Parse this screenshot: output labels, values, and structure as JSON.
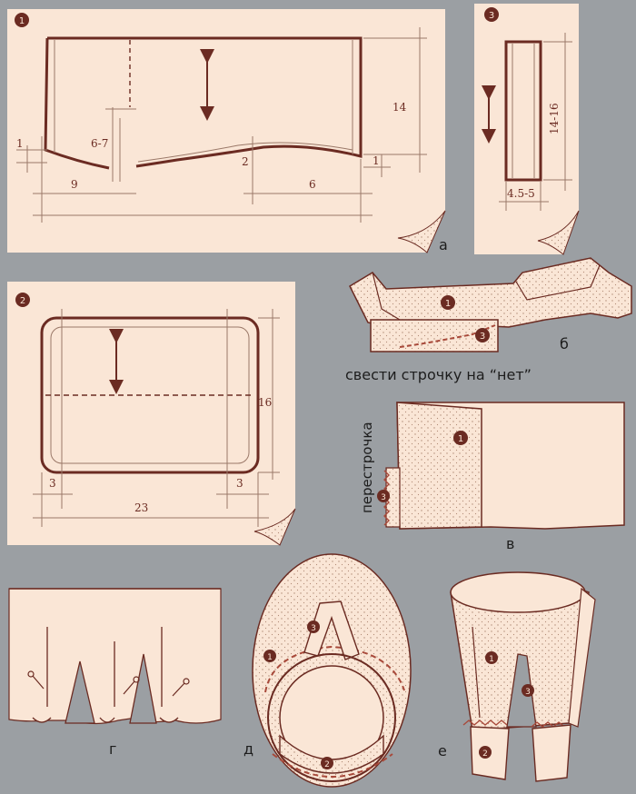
{
  "colors": {
    "background": "#9b9fa3",
    "paper": "#fae6d6",
    "ink": "#6b2b22",
    "line": "#9a7868",
    "dash": "#a8493a",
    "stipple": "#d6b9a4"
  },
  "badges": {
    "one": "1",
    "two": "2",
    "three": "3"
  },
  "pattern1": {
    "dims": {
      "w14": "14",
      "d1_left": "1",
      "d1_right": "1",
      "d6_7": "6-7",
      "d2": "2",
      "d9": "9",
      "d6": "6"
    },
    "panel_letter": "а"
  },
  "pattern3": {
    "dims": {
      "h14_16": "14-16",
      "w4_5_5": "4.5-5"
    }
  },
  "pattern2": {
    "dims": {
      "h16": "16",
      "w3_left": "3",
      "w3_right": "3",
      "w23": "23"
    }
  },
  "step_b": {
    "letter": "б",
    "caption": "свести строчку на “нет”"
  },
  "step_v": {
    "letter": "в",
    "side_label": "перестрочка"
  },
  "step_g": {
    "letter": "г"
  },
  "step_d": {
    "letter": "д"
  },
  "step_e": {
    "letter": "е"
  },
  "icons": [
    "grainline-arrow-icon",
    "page-curl-icon",
    "pin-icon"
  ]
}
